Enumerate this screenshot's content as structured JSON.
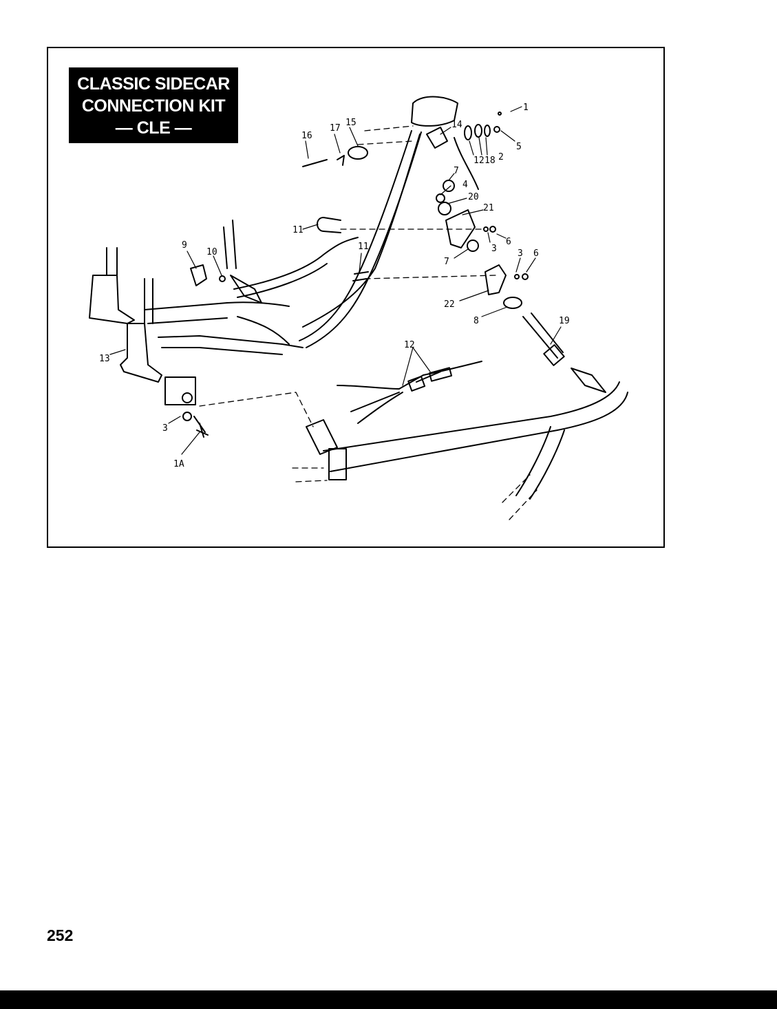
{
  "title": {
    "line1": "CLASSIC SIDECAR",
    "line2": "CONNECTION KIT",
    "line3": "— CLE —"
  },
  "callouts": [
    "1",
    "5",
    "2",
    "18",
    "12",
    "14",
    "15",
    "17",
    "16",
    "7",
    "4",
    "20",
    "21",
    "11",
    "6",
    "3",
    "7",
    "3",
    "6",
    "11",
    "9",
    "10",
    "22",
    "8",
    "19",
    "12",
    "13",
    "3",
    "1A"
  ],
  "page_number": "252"
}
